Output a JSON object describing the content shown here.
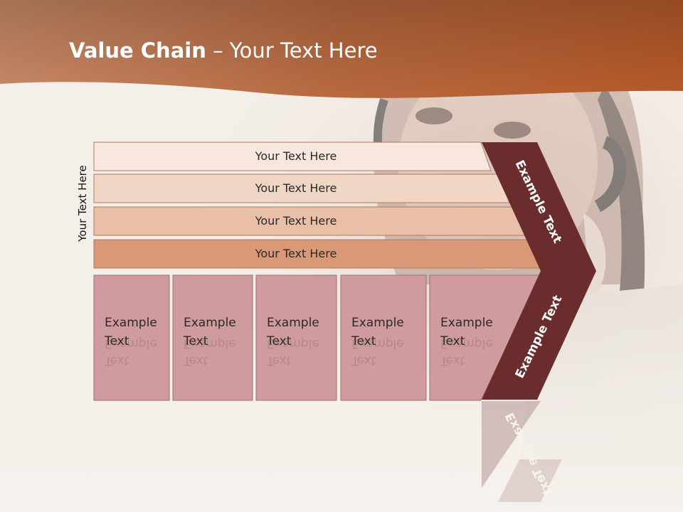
{
  "title": {
    "bold": "Value Chain",
    "rest": " – Your Text Here"
  },
  "side_label": "Your Text Here",
  "bars": [
    {
      "label": "Your Text Here",
      "fill": "#f7e7de"
    },
    {
      "label": "Your Text Here",
      "fill": "#f1d5c5"
    },
    {
      "label": "Your Text Here",
      "fill": "#e9bfa7"
    },
    {
      "label": "Your Text Here",
      "fill": "#d99876"
    }
  ],
  "columns": [
    {
      "line1": "Example",
      "line2": "Text"
    },
    {
      "line1": "Example",
      "line2": "Text"
    },
    {
      "line1": "Example",
      "line2": "Text"
    },
    {
      "line1": "Example",
      "line2": "Text"
    },
    {
      "line1": "Example",
      "line2": "Text"
    }
  ],
  "chevron": {
    "upper": "Example Text",
    "lower": "Example Text"
  },
  "colors": {
    "header": "#c56a3f",
    "column_fill": "#cf9b9e",
    "chevron": "#6a2c2c",
    "bar_stroke": "#b07a5e"
  }
}
